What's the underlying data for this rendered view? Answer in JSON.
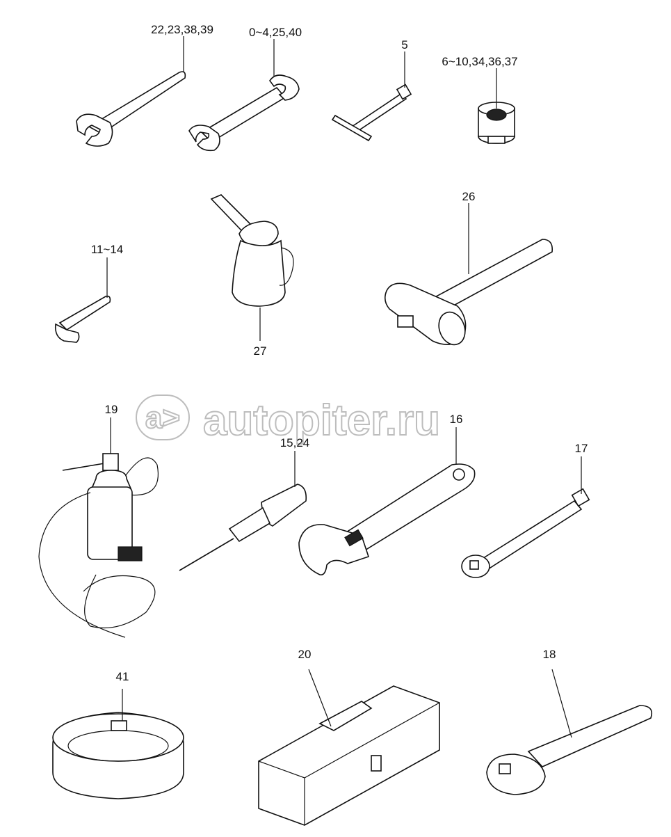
{
  "watermark": {
    "text": "autopiter.ru",
    "logo": "a>"
  },
  "callouts": [
    {
      "id": "wrench-a",
      "label": "22,23,38,39"
    },
    {
      "id": "wrench-b",
      "label": "0~4,25,40"
    },
    {
      "id": "t-wrench",
      "label": "5"
    },
    {
      "id": "socket",
      "label": "6~10,34,36,37"
    },
    {
      "id": "hex-key",
      "label": "11~14"
    },
    {
      "id": "oil-can",
      "label": "27"
    },
    {
      "id": "hammer",
      "label": "26"
    },
    {
      "id": "sprayer",
      "label": "19"
    },
    {
      "id": "screwdriver",
      "label": "15,24"
    },
    {
      "id": "adjustable-wrench",
      "label": "16"
    },
    {
      "id": "extension-bar",
      "label": "17"
    },
    {
      "id": "filter-wrench",
      "label": "41"
    },
    {
      "id": "toolbox",
      "label": "20"
    },
    {
      "id": "ratchet",
      "label": "18"
    }
  ]
}
